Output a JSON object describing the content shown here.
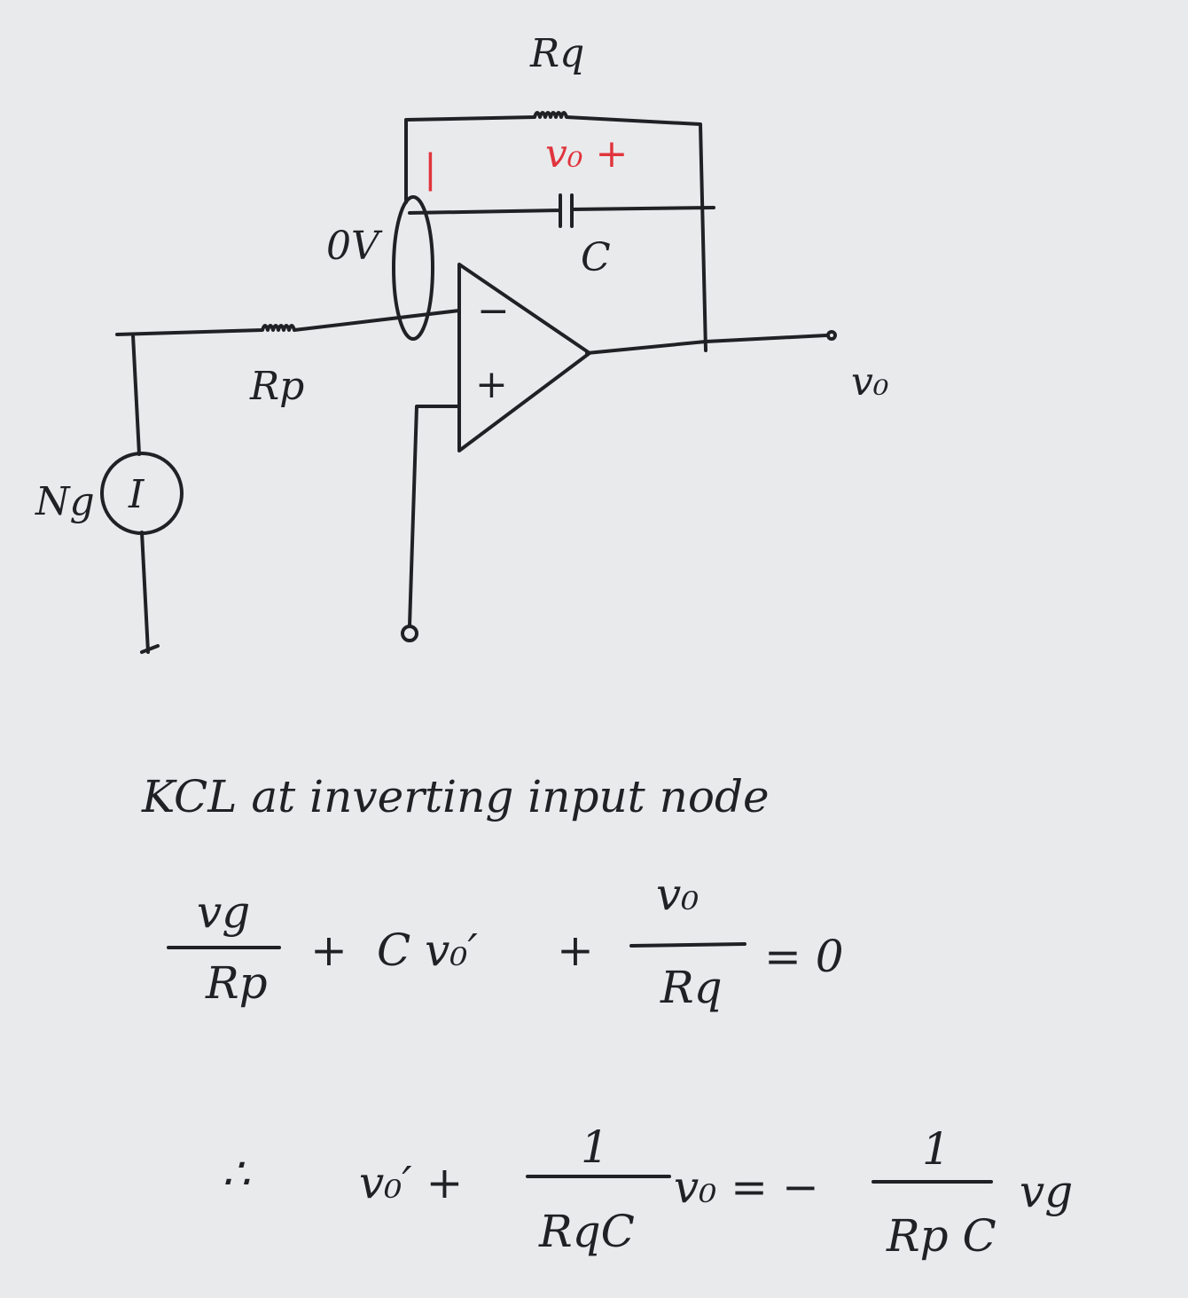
{
  "diagram": {
    "labels": {
      "rq": "Rq",
      "rp": "Rp",
      "c": "C",
      "zero_volt": "0V",
      "vo_out": "v₀",
      "source_label": "Ng",
      "source_symbol": "I",
      "opamp_minus": "−",
      "opamp_plus": "+",
      "cap_voltage": "v₀ +",
      "cap_minus": "|"
    },
    "colors": {
      "ink": "#1f2124",
      "annotation": "#e0343c",
      "paper": "#e9eaec"
    }
  },
  "notes": {
    "heading": "KCL at inverting input node",
    "eq1": {
      "t1_num": "vg",
      "t1_den": "Rp",
      "plus1": "+",
      "t2": "C v₀′",
      "plus2": "+",
      "t3_num": "v₀",
      "t3_den": "Rq",
      "rhs": "= 0"
    },
    "eq2": {
      "therefore": "∴",
      "lhs1": "v₀′ +",
      "f1_num": "1",
      "f1_den": "RqC",
      "v": "v₀ = −",
      "f2_num": "1",
      "f2_den": "Rp C",
      "rhs": "vg"
    }
  }
}
